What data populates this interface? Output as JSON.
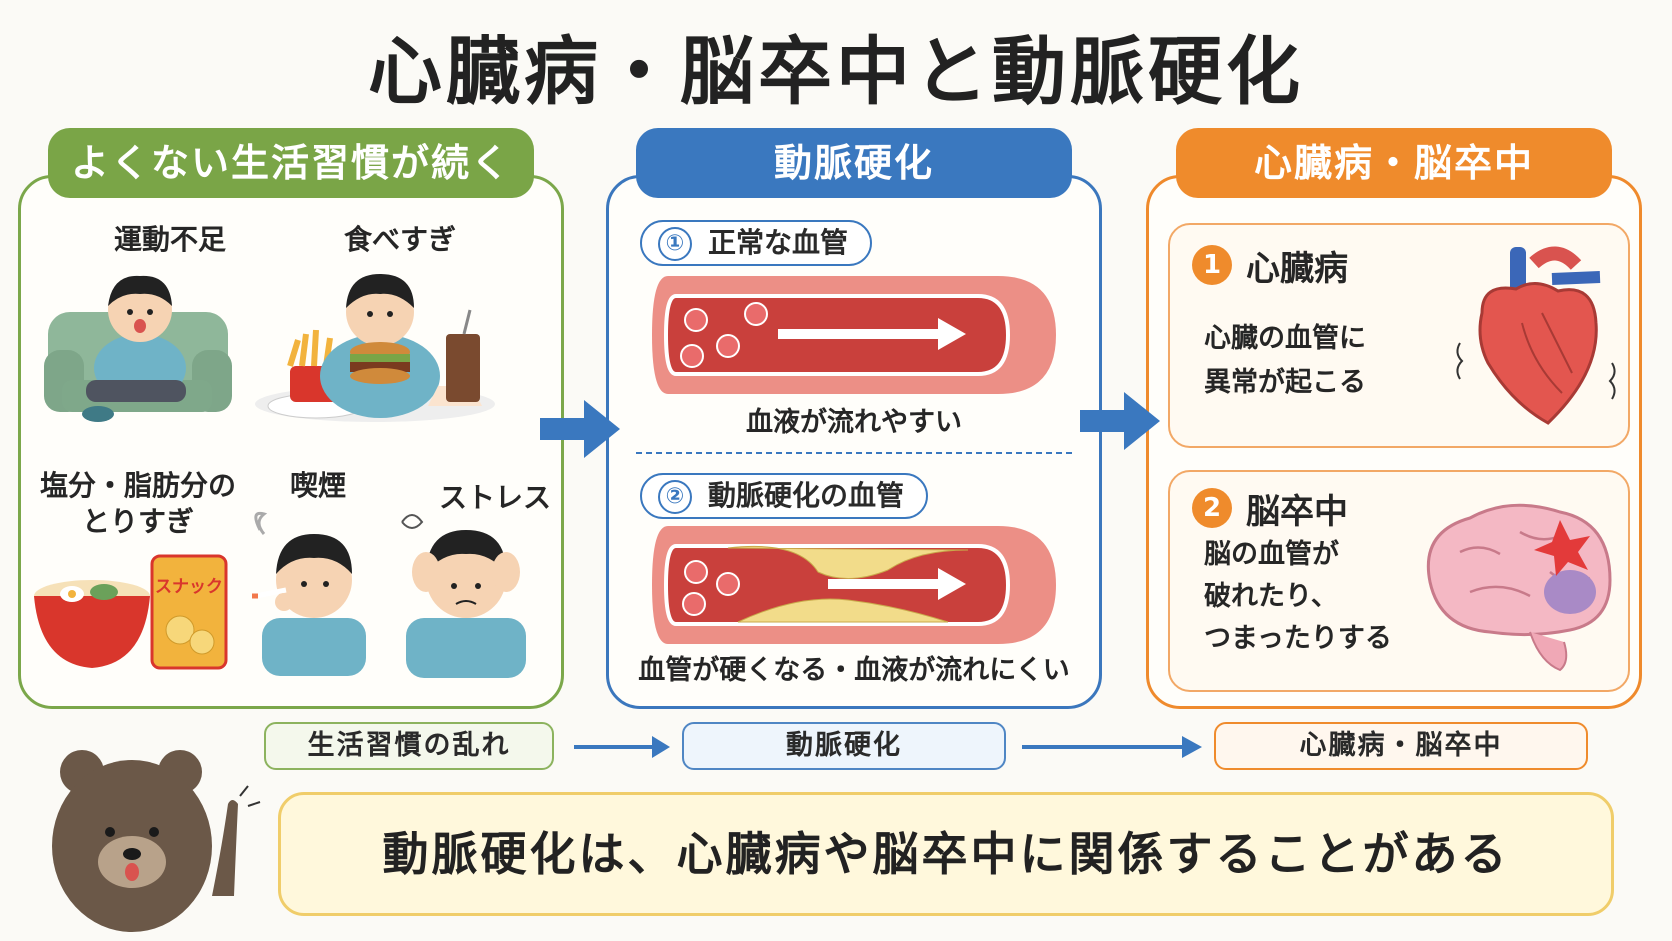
{
  "title": "心臓病・脳卒中と動脈硬化",
  "lifestyle": {
    "header": "よくない生活習慣が続く",
    "items": [
      {
        "label": "運動不足",
        "icon": "sitting-on-sofa-icon"
      },
      {
        "label": "食べすぎ",
        "icon": "eating-burger-icon"
      },
      {
        "label": "塩分・脂肪分の",
        "label2": "とりすぎ",
        "icon": "ramen-snack-icon"
      },
      {
        "label": "喫煙",
        "icon": "smoking-icon"
      },
      {
        "label": "ストレス",
        "icon": "stressed-icon"
      }
    ],
    "snack_text": "スナック"
  },
  "arteriosclerosis": {
    "header": "動脈硬化",
    "normal": {
      "num": "①",
      "label": "正常な血管",
      "caption": "血液が流れやすい"
    },
    "hardened": {
      "num": "②",
      "label": "動脈硬化の血管",
      "caption": "血管が硬くなる・血液が流れにくい"
    }
  },
  "diseases": {
    "header": "心臓病・脳卒中",
    "heart": {
      "num": "1",
      "title": "心臓病",
      "desc1": "心臓の血管に",
      "desc2": "異常が起こる"
    },
    "stroke": {
      "num": "2",
      "title": "脳卒中",
      "desc1": "脳の血管が",
      "desc2": "破れたり、",
      "desc3": "つまったりする"
    }
  },
  "flow": [
    "生活習慣の乱れ",
    "動脈硬化",
    "心臓病・脳卒中"
  ],
  "conclusion": "動脈硬化は、心臓病や脳卒中に関係することがある",
  "colors": {
    "green": "#7aa547",
    "blue": "#3a78bf",
    "orange": "#ef8b2c",
    "yellow": "#f0cd6a"
  }
}
